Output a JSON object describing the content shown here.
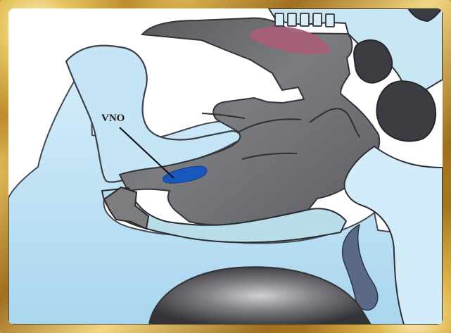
{
  "diagram": {
    "labels": {
      "vno": "VNO"
    },
    "colors": {
      "frame_gold": "#c9a441",
      "tissue": "#bfe0f2",
      "nasal_cavity": "#6d6e72",
      "bone_outline": "#4a4b50",
      "olfactory_region": "#a75f76",
      "vno": "#1857bb",
      "background": "#ffffff"
    },
    "icons": {
      "vno": "blue-organ-shape",
      "olfactory": "pink-olfactory-epithelium"
    }
  }
}
